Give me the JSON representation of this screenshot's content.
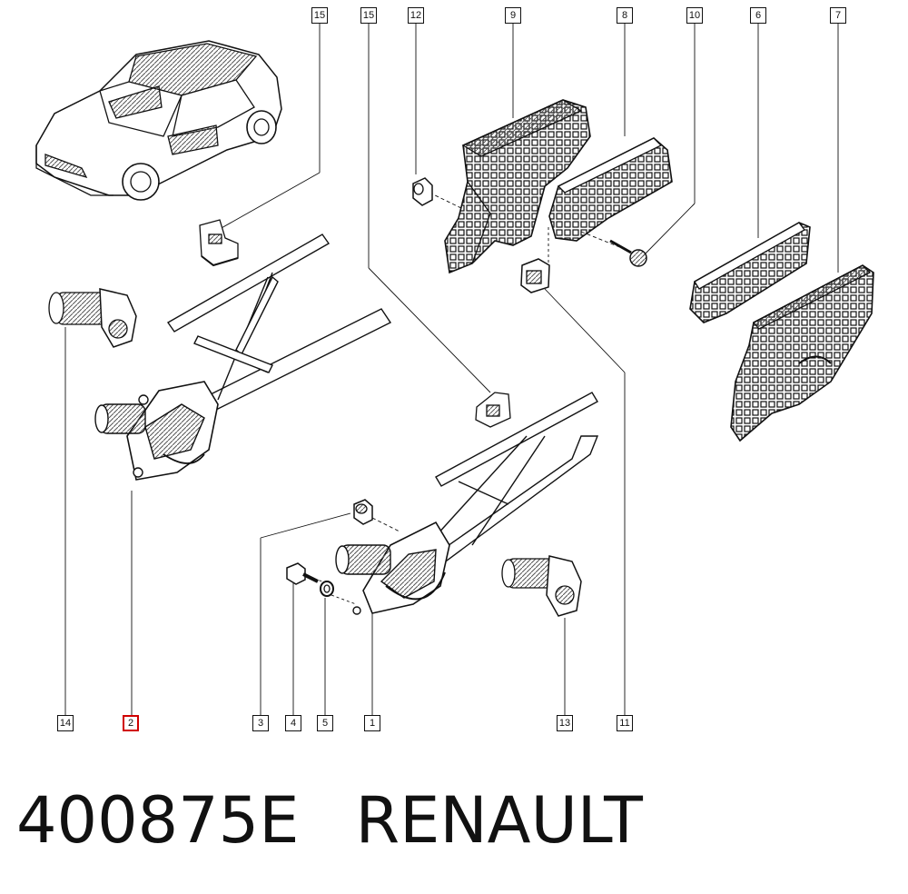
{
  "callouts": [
    {
      "id": "c15a",
      "label": "15"
    },
    {
      "id": "c15b",
      "label": "15"
    },
    {
      "id": "c12",
      "label": "12"
    },
    {
      "id": "c9",
      "label": "9"
    },
    {
      "id": "c8",
      "label": "8"
    },
    {
      "id": "c10",
      "label": "10"
    },
    {
      "id": "c6",
      "label": "6"
    },
    {
      "id": "c7",
      "label": "7"
    },
    {
      "id": "c14",
      "label": "14"
    },
    {
      "id": "c2",
      "label": "2"
    },
    {
      "id": "c3",
      "label": "3"
    },
    {
      "id": "c4",
      "label": "4"
    },
    {
      "id": "c5",
      "label": "5"
    },
    {
      "id": "c1",
      "label": "1"
    },
    {
      "id": "c13",
      "label": "13"
    },
    {
      "id": "c11",
      "label": "11"
    }
  ],
  "caption": {
    "part_number": "400875E",
    "brand": "RENAULT"
  },
  "colors": {
    "ink": "#111111",
    "highlight": "#d00000",
    "hatch": "#555555"
  }
}
